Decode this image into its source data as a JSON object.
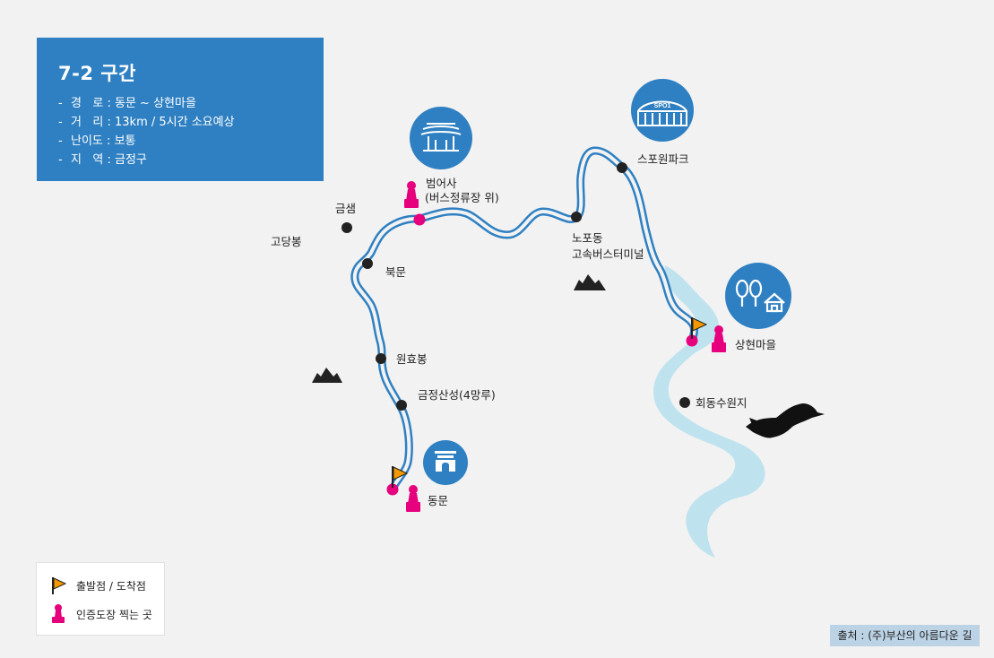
{
  "section": {
    "title": "7-2 구간",
    "rows": [
      {
        "label": "경   로",
        "value": "동문 ~ 상현마을"
      },
      {
        "label": "거   리",
        "value": "13km / 5시간 소요예상"
      },
      {
        "label": "난이도",
        "value": "보통"
      },
      {
        "label": "지   역",
        "value": "금정구"
      }
    ],
    "dash": "-",
    "colon": ":"
  },
  "map": {
    "labels": {
      "geumsaem": "금샘",
      "godangbong": "고당봉",
      "bukmun": "북문",
      "beomeosa_1": "범어사",
      "beomeosa_2": "(버스정류장 위)",
      "nopodong_1": "노포동",
      "nopodong_2": "고속버스터미널",
      "sports_park": "스포원파크",
      "sanghyeon": "상현마을",
      "wonhyobong": "원효봉",
      "sanseong": "금정산성(4망루)",
      "dongmun": "동문",
      "hoedong": "회동수원지"
    },
    "stadium_sign": "SPO1",
    "colors": {
      "route": "#2f80c2",
      "circle": "#2f80c2",
      "stamp": "#e6007e",
      "water": "#bfe3ee",
      "flag": "#f39800"
    }
  },
  "legend": {
    "start_end": "출발점 / 도착점",
    "stamp": "인증도장 찍는 곳"
  },
  "source": "출처 : (주)부산의 아름다운 길"
}
